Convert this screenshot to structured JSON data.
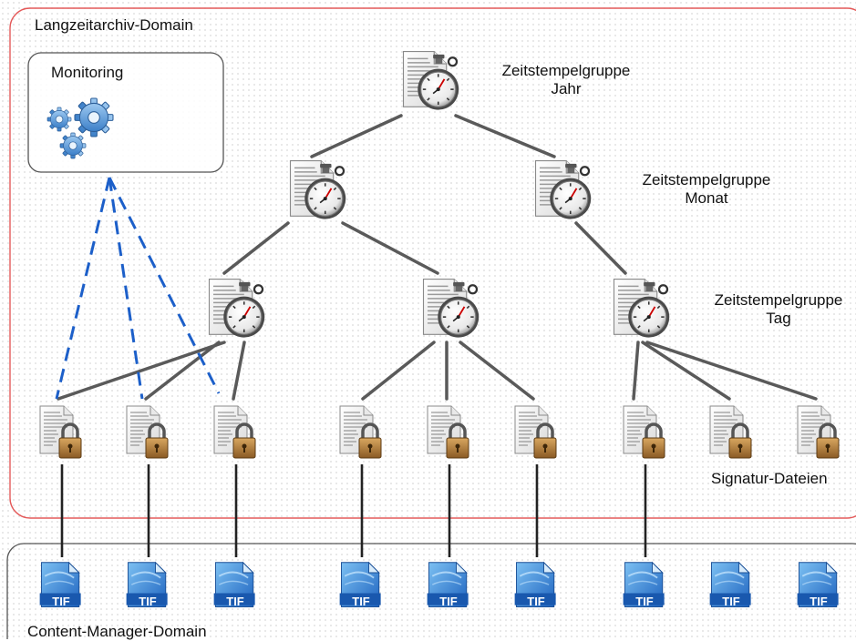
{
  "domains": {
    "archive_label": "Langzeitarchiv-Domain",
    "content_label": "Content-Manager-Domain",
    "archive_border_color": "#e45a5a",
    "content_border_color": "#555555"
  },
  "monitoring": {
    "label": "Monitoring",
    "icon": "gears-icon",
    "gear_color": "#4a8fd6",
    "link_color": "#1c5fc9"
  },
  "timestamp_groups": {
    "year": {
      "line1": "Zeitstempelgruppe",
      "line2": "Jahr"
    },
    "month": {
      "line1": "Zeitstempelgruppe",
      "line2": "Monat"
    },
    "day": {
      "line1": "Zeitstempelgruppe",
      "line2": "Tag"
    }
  },
  "signature_files_label": "Signatur-Dateien",
  "tif_label": "TIF",
  "tif_color": "#2f7ed8",
  "tree_line_color": "#5a5a5a",
  "icons": {
    "timestamp": "timestamp-document-stopwatch-icon",
    "signature": "signed-document-lock-icon",
    "tif": "tif-file-icon"
  }
}
